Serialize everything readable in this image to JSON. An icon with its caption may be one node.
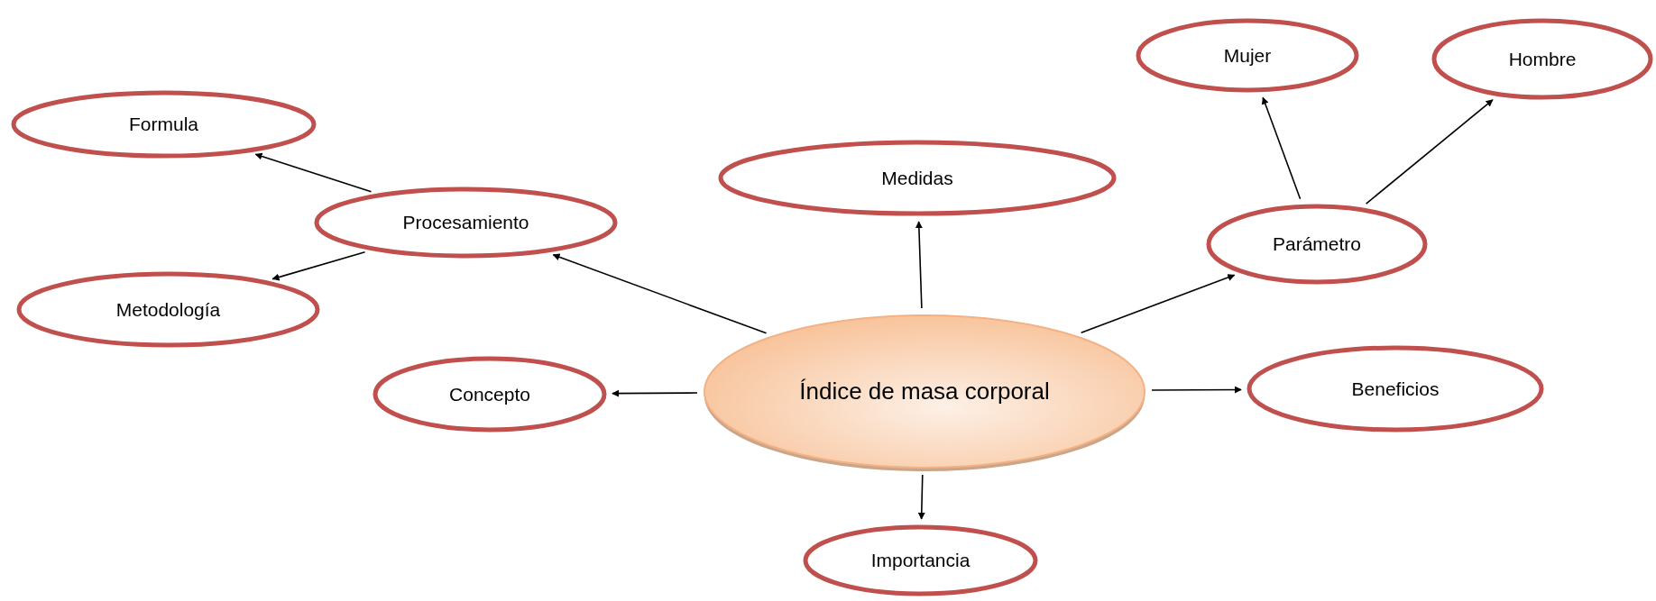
{
  "diagram": {
    "nodes": [
      {
        "text": [
          "Índice de masa corporal"
        ]
      },
      {
        "text": [
          "Procesamiento"
        ]
      },
      {
        "text": [
          "Formula"
        ]
      },
      {
        "text": [
          "Metodología"
        ]
      },
      {
        "text": [
          "Medidas"
        ]
      },
      {
        "text": [
          "Parámetro"
        ]
      },
      {
        "text": [
          "Mujer"
        ]
      },
      {
        "text": [
          "Hombre"
        ]
      },
      {
        "text": [
          "Concepto"
        ]
      },
      {
        "text": [
          "Beneficios"
        ]
      },
      {
        "text": [
          "Importancia"
        ]
      }
    ],
    "edges": [
      {
        "from": 0,
        "to": 1,
        "arrow": "to"
      },
      {
        "from": 1,
        "to": 2,
        "arrow": "to"
      },
      {
        "from": 1,
        "to": 3,
        "arrow": "to"
      },
      {
        "from": 0,
        "to": 4,
        "arrow": "to"
      },
      {
        "from": 0,
        "to": 5,
        "arrow": "to"
      },
      {
        "from": 5,
        "to": 6,
        "arrow": "to"
      },
      {
        "from": 5,
        "to": 7,
        "arrow": "to"
      },
      {
        "from": 0,
        "to": 8,
        "arrow": "to"
      },
      {
        "from": 0,
        "to": 9,
        "arrow": "to"
      },
      {
        "from": 0,
        "to": 10,
        "arrow": "to"
      }
    ]
  }
}
